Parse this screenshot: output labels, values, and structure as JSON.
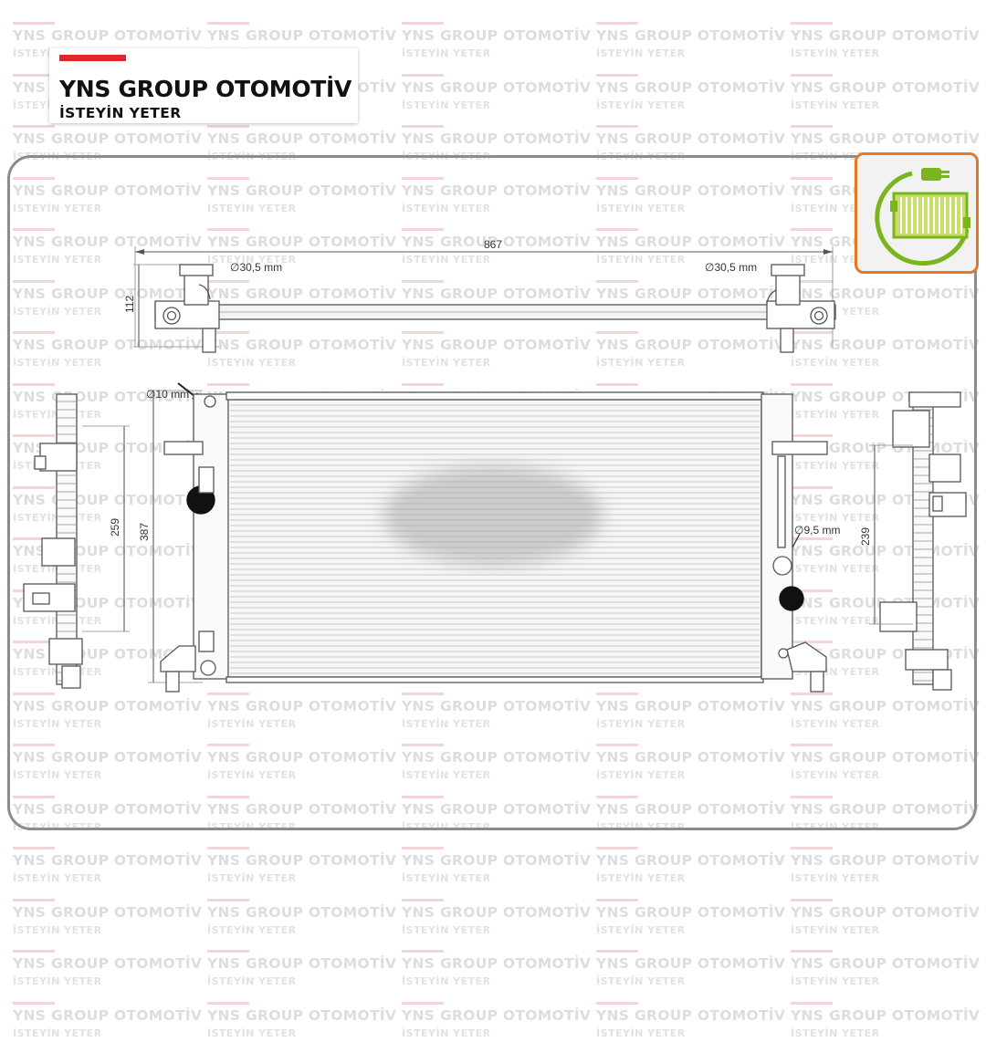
{
  "logo": {
    "title": "YNS GROUP OTOMOTİV",
    "subtitle": "İSTEYİN YETER",
    "accent_color": "#e3262c"
  },
  "watermark": {
    "line1": "YNS GROUP OTOMOTİV",
    "line2": "İSTEYİN YETER"
  },
  "badge": {
    "icon": "radiator-plug-icon",
    "border_color": "#e87722",
    "icon_color": "#7ab51d"
  },
  "dimensions": {
    "width": "867",
    "top_height": "112",
    "inlet_left": "∅30,5 mm",
    "inlet_right": "∅30,5 mm",
    "drain": "∅10 mm",
    "core_height": "387",
    "left_side_height": "259",
    "right_side_height": "239",
    "right_pipe": "∅9,5 mm"
  }
}
